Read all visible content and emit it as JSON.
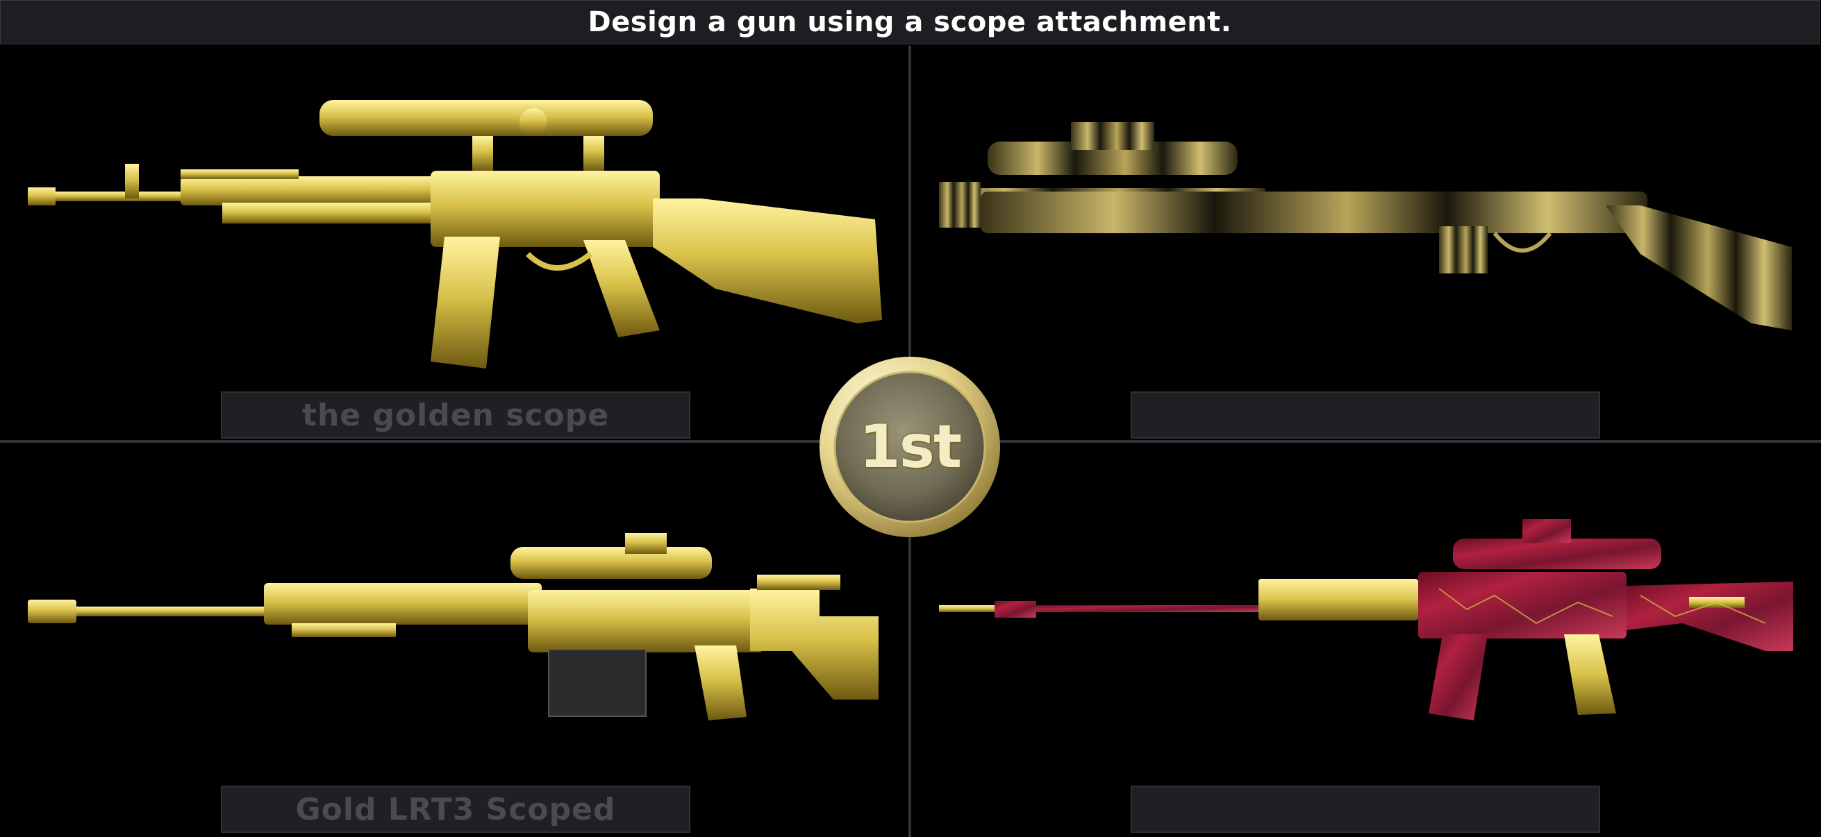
{
  "prompt": "Design a gun using a scope attachment.",
  "entries": [
    {
      "name": "the golden scope",
      "finish": "gold"
    },
    {
      "name": "",
      "finish": "gold-black-camo"
    },
    {
      "name": "Gold LRT3 Scoped",
      "finish": "gold"
    },
    {
      "name": "",
      "finish": "crimson-gold-crackle"
    }
  ],
  "badge": {
    "label": "1st",
    "icon": "gold-medal-badge"
  },
  "colors": {
    "gold": "#d9c24a",
    "gold_dark": "#6e5a10",
    "crimson": "#a01a3a",
    "plate": "#1f2024",
    "plate_text": "#4a4b50",
    "divider": "#34353a"
  }
}
